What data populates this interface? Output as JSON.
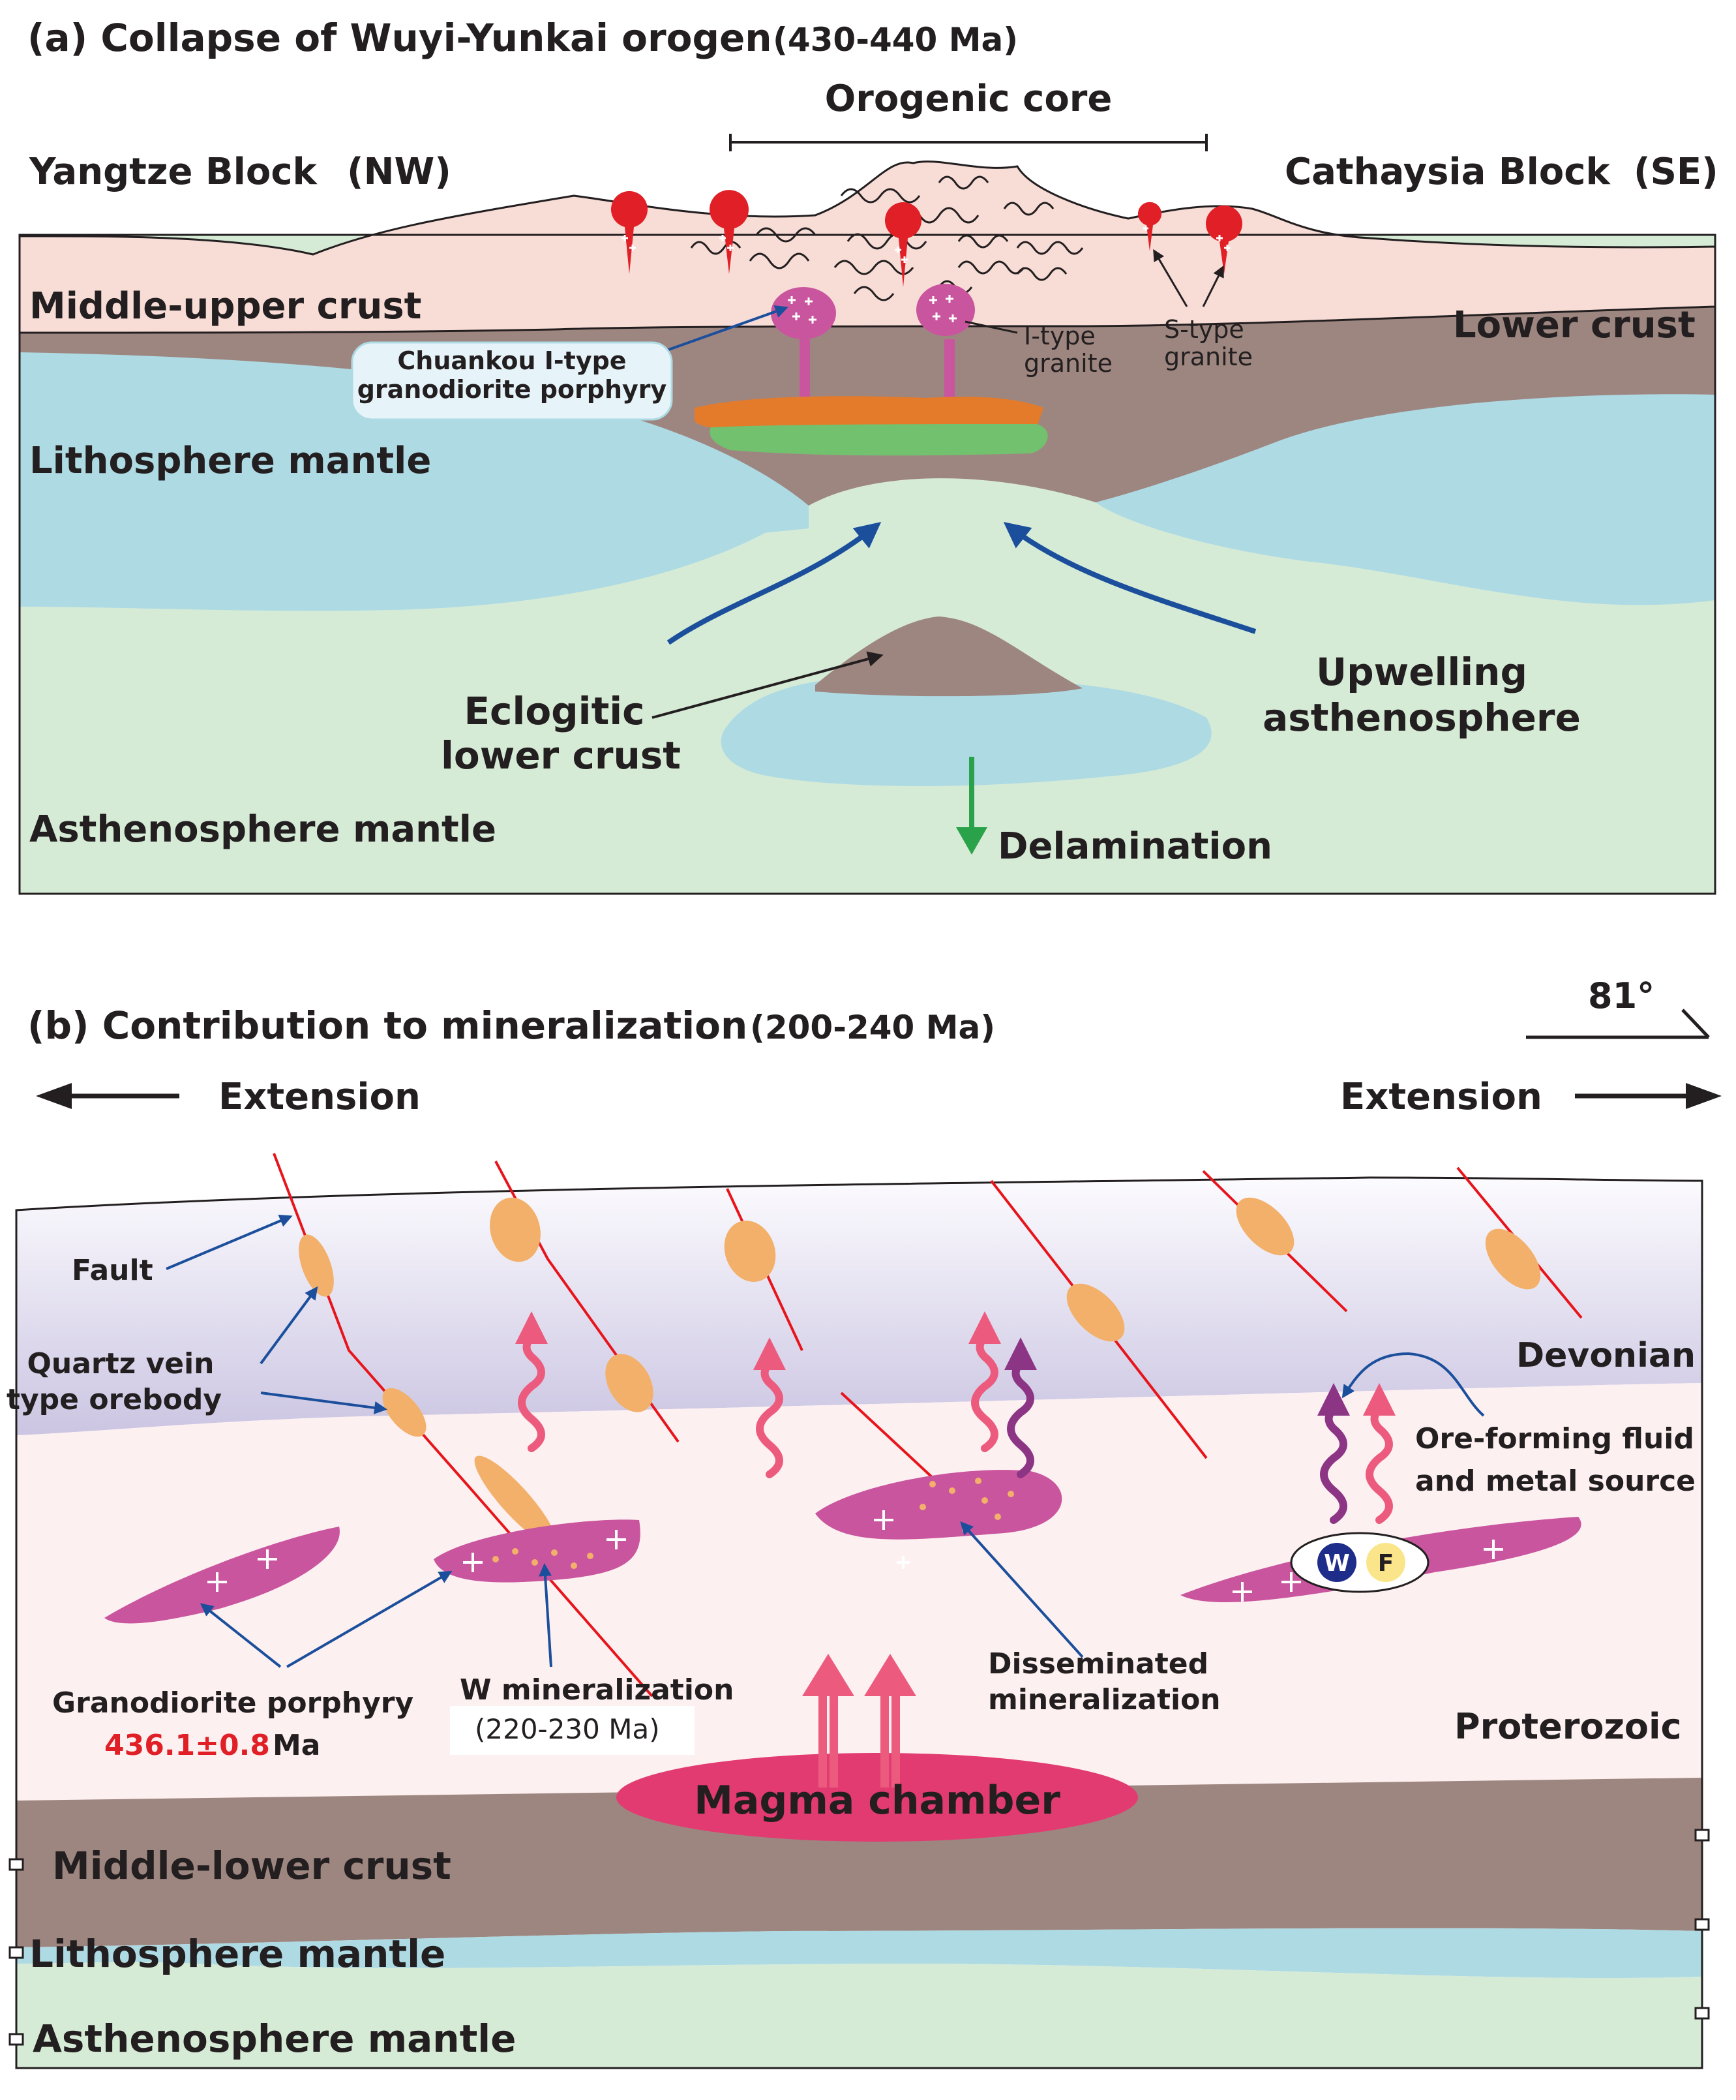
{
  "panel_a": {
    "title": "(a) Collapse of Wuyi-Yunkai orogen",
    "age": "(430-440 Ma)",
    "orogenic_core": "Orogenic core",
    "yangtze": "Yangtze Block",
    "nw": "(NW)",
    "cathaysia": "Cathaysia Block",
    "se": "(SE)",
    "middle_upper_crust": "Middle-upper crust",
    "lower_crust": "Lower crust",
    "chuankou_line1": "Chuankou I-type",
    "chuankou_line2": "granodiorite  porphyry",
    "itype_line1": "I-type",
    "itype_line2": "granite",
    "stype_line1": "S-type",
    "stype_line2": "granite",
    "lithosphere_mantle": "Lithosphere mantle",
    "eclogitic_line1": "Eclogitic",
    "eclogitic_line2": "lower crust",
    "upwelling_line1": "Upwelling",
    "upwelling_line2": "asthenosphere",
    "asthenosphere_mantle": "Asthenosphere mantle",
    "delamination": "Delamination"
  },
  "panel_b": {
    "title": "(b) Contribution to mineralization",
    "age": "(200-240 Ma)",
    "angle": "81°",
    "extension_left": "Extension",
    "extension_right": "Extension",
    "fault": "Fault",
    "quartz_line1": "Quartz vein",
    "quartz_line2": "type orebody",
    "devonian": "Devonian",
    "ore_line1": "Ore-forming fluid",
    "ore_line2": "and metal source",
    "w_symbol": "W",
    "f_symbol": "F",
    "granodiorite": "Granodiorite porphyry",
    "age_value": "436.1±0.8",
    "age_unit": "Ma",
    "w_min_line1": "W mineralization",
    "w_min_line2": "(220-230 Ma)",
    "disseminated_line1": "Disseminated",
    "disseminated_line2": "mineralization",
    "proterozoic": "Proterozoic",
    "magma_chamber": "Magma chamber",
    "middle_lower_crust": "Middle-lower crust",
    "lithosphere_mantle": "Lithosphere mantle",
    "asthenosphere_mantle": "Asthenosphere mantle"
  },
  "colors": {
    "upper_crust": "#f8dcd6",
    "lower_crust": "#9e8680",
    "lithosphere": "#aedae4",
    "asthenosphere": "#d6ebd6",
    "granite_pink": "#c9559e",
    "granite_red": "#e01f26",
    "orange_layer": "#e37b2a",
    "green_layer": "#72c16f",
    "blue_arrow": "#1b4f9c",
    "devonian_top": "#dcdbec",
    "proterozoic": "#fdf0f0",
    "fault_red": "#e8141b",
    "orebody": "#f2b06b",
    "magma": "#e23b72",
    "fluid_pink": "#ec5b7d",
    "fluid_purple": "#8c3584",
    "annotation_red": "#e01f26"
  }
}
